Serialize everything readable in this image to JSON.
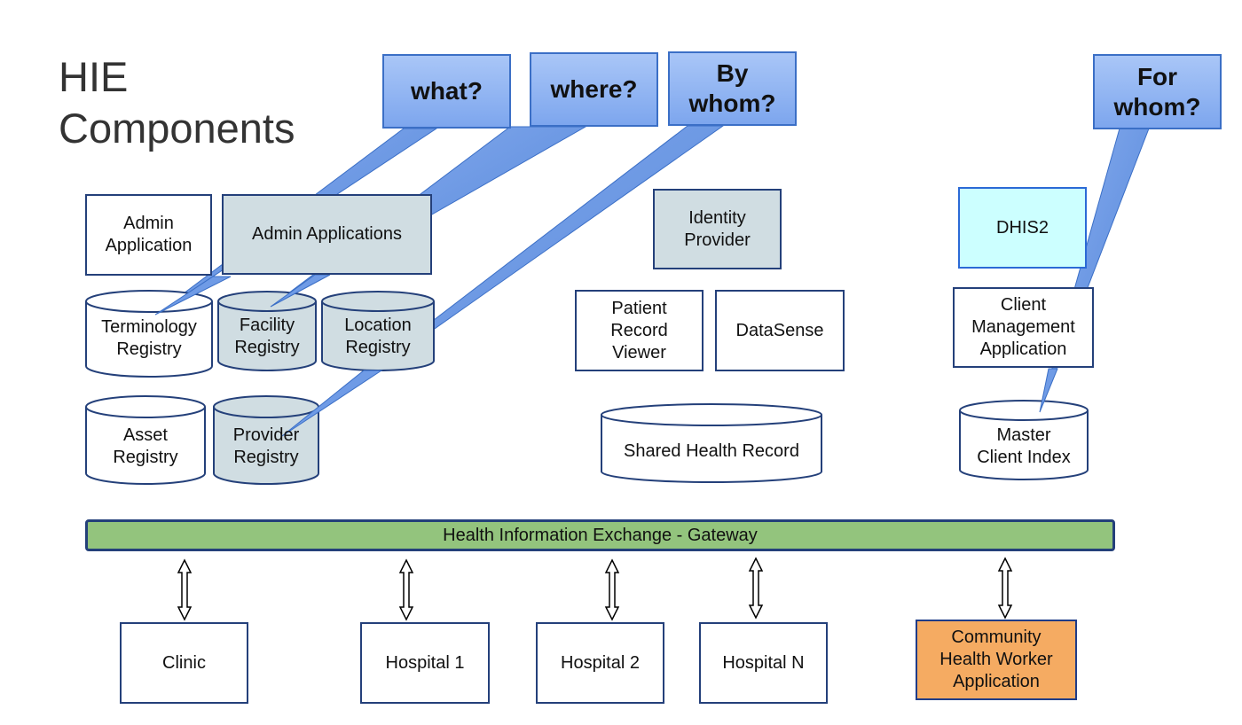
{
  "title": {
    "line1": "HIE",
    "line2": "Components"
  },
  "callouts": {
    "what": "what?",
    "where": "where?",
    "by_whom": "By\nwhom?",
    "for_whom": "For\nwhom?"
  },
  "components": {
    "admin_application": "Admin\nApplication",
    "admin_applications": "Admin Applications",
    "terminology_registry": "Terminology\nRegistry",
    "facility_registry": "Facility\nRegistry",
    "location_registry": "Location\nRegistry",
    "asset_registry": "Asset\nRegistry",
    "provider_registry": "Provider\nRegistry",
    "identity_provider": "Identity\nProvider",
    "patient_record_viewer": "Patient\nRecord\nViewer",
    "datasense": "DataSense",
    "shared_health_record": "Shared Health Record",
    "dhis2": "DHIS2",
    "client_management_application": "Client\nManagement\nApplication",
    "master_client_index": "Master\nClient Index"
  },
  "gateway": "Health Information Exchange - Gateway",
  "endpoints": {
    "clinic": "Clinic",
    "hospital_1": "Hospital 1",
    "hospital_2": "Hospital 2",
    "hospital_n": "Hospital N",
    "chw_application": "Community\nHealth Worker\nApplication"
  },
  "colors": {
    "box_border": "#24407a",
    "highlight_gray": "#d0dde2",
    "dhis2_cyan": "#ccffff",
    "callout_blue": "#8fb3f2",
    "gateway_green": "#93c47d",
    "chw_orange": "#f5ab62"
  }
}
